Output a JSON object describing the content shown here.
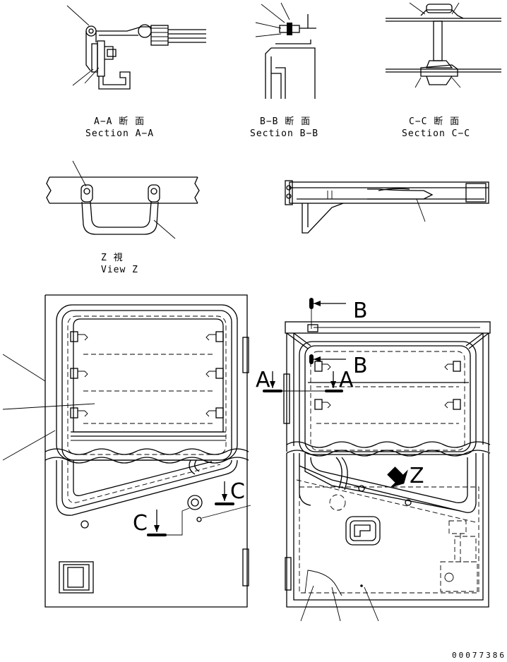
{
  "sections": {
    "aa": {
      "jp": "A−A 断 面",
      "en": "Section A−A"
    },
    "bb": {
      "jp": "B−B 断 面",
      "en": "Section B−B"
    },
    "cc": {
      "jp": "C−C 断 面",
      "en": "Section C−C"
    }
  },
  "view_z": {
    "jp": "Z  視",
    "en": "View Z"
  },
  "markers": {
    "a": "A",
    "b": "B",
    "c": "C",
    "z": "Z"
  },
  "drawing_id": "00077386"
}
